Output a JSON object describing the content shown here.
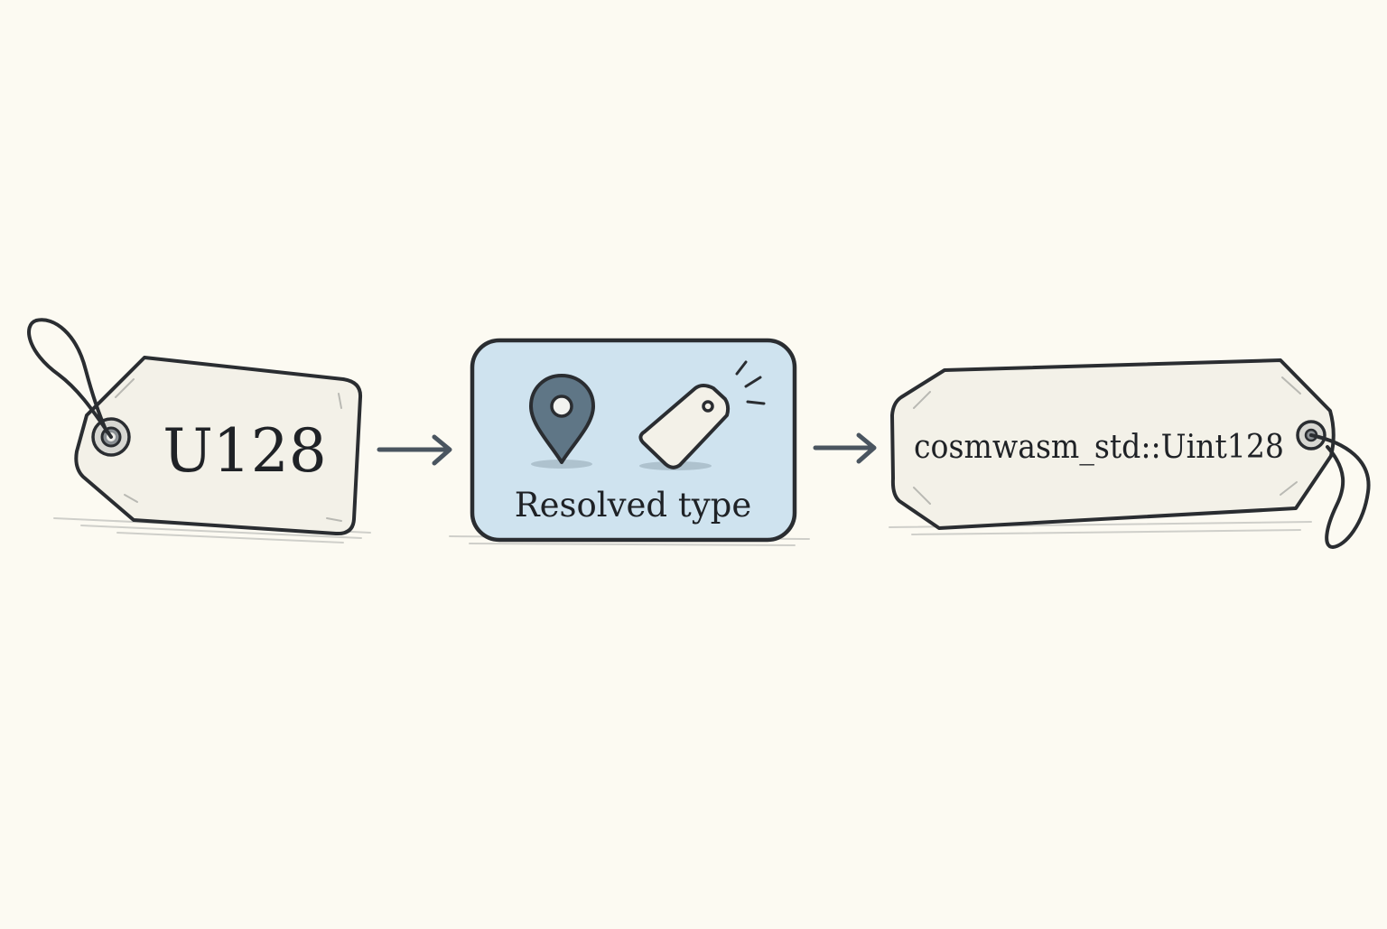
{
  "diagram": {
    "source_tag": {
      "label": "U128",
      "icon": "luggage-tag-icon"
    },
    "resolver": {
      "caption": "Resolved type",
      "icons": [
        "map-pin-icon",
        "price-tag-icon"
      ],
      "fill_color": "#cfe3ef"
    },
    "result_tag": {
      "label": "cosmwasm_std::Uint128",
      "icon": "luggage-tag-icon"
    },
    "arrows": [
      "arrow-right-icon",
      "arrow-right-icon"
    ],
    "colors": {
      "background": "#fcfaf2",
      "tag_fill": "#f3f1e8",
      "outline": "#2a2d31",
      "arrow": "#4a5560",
      "pin": "#5f7686"
    }
  }
}
